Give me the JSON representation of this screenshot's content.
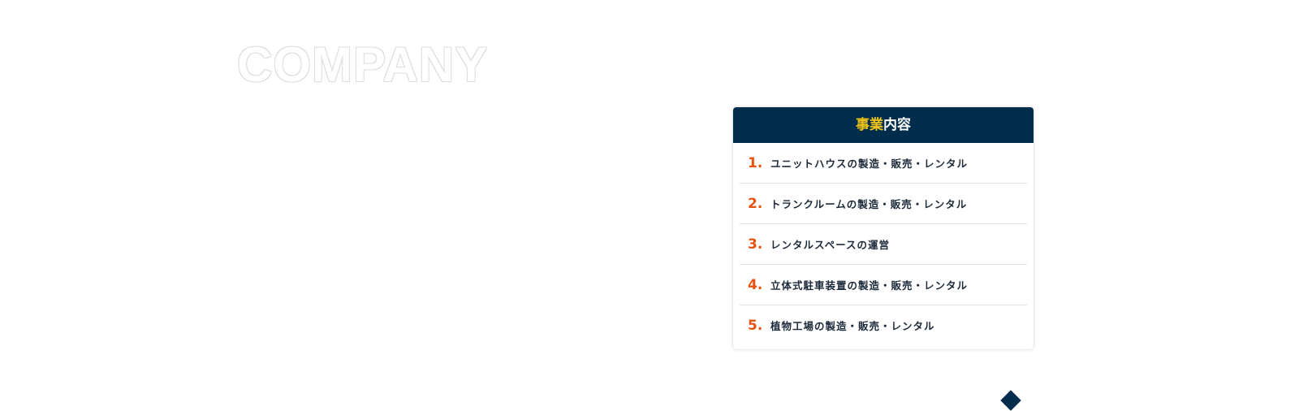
{
  "section_title": "COMPANY",
  "business": {
    "heading_highlight": "事業",
    "heading_rest": "内容",
    "items": [
      {
        "num": "1.",
        "text": "ユニットハウスの製造・販売・レンタル"
      },
      {
        "num": "2.",
        "text": "トランクルームの製造・販売・レンタル"
      },
      {
        "num": "3.",
        "text": "レンタルスペースの運営"
      },
      {
        "num": "4.",
        "text": "立体式駐車装置の製造・販売・レンタル"
      },
      {
        "num": "5.",
        "text": "植物工場の製造・販売・レンタル"
      }
    ]
  },
  "colors": {
    "navy": "#002d4b",
    "accent": "#f0c419",
    "number": "#e8520f"
  }
}
